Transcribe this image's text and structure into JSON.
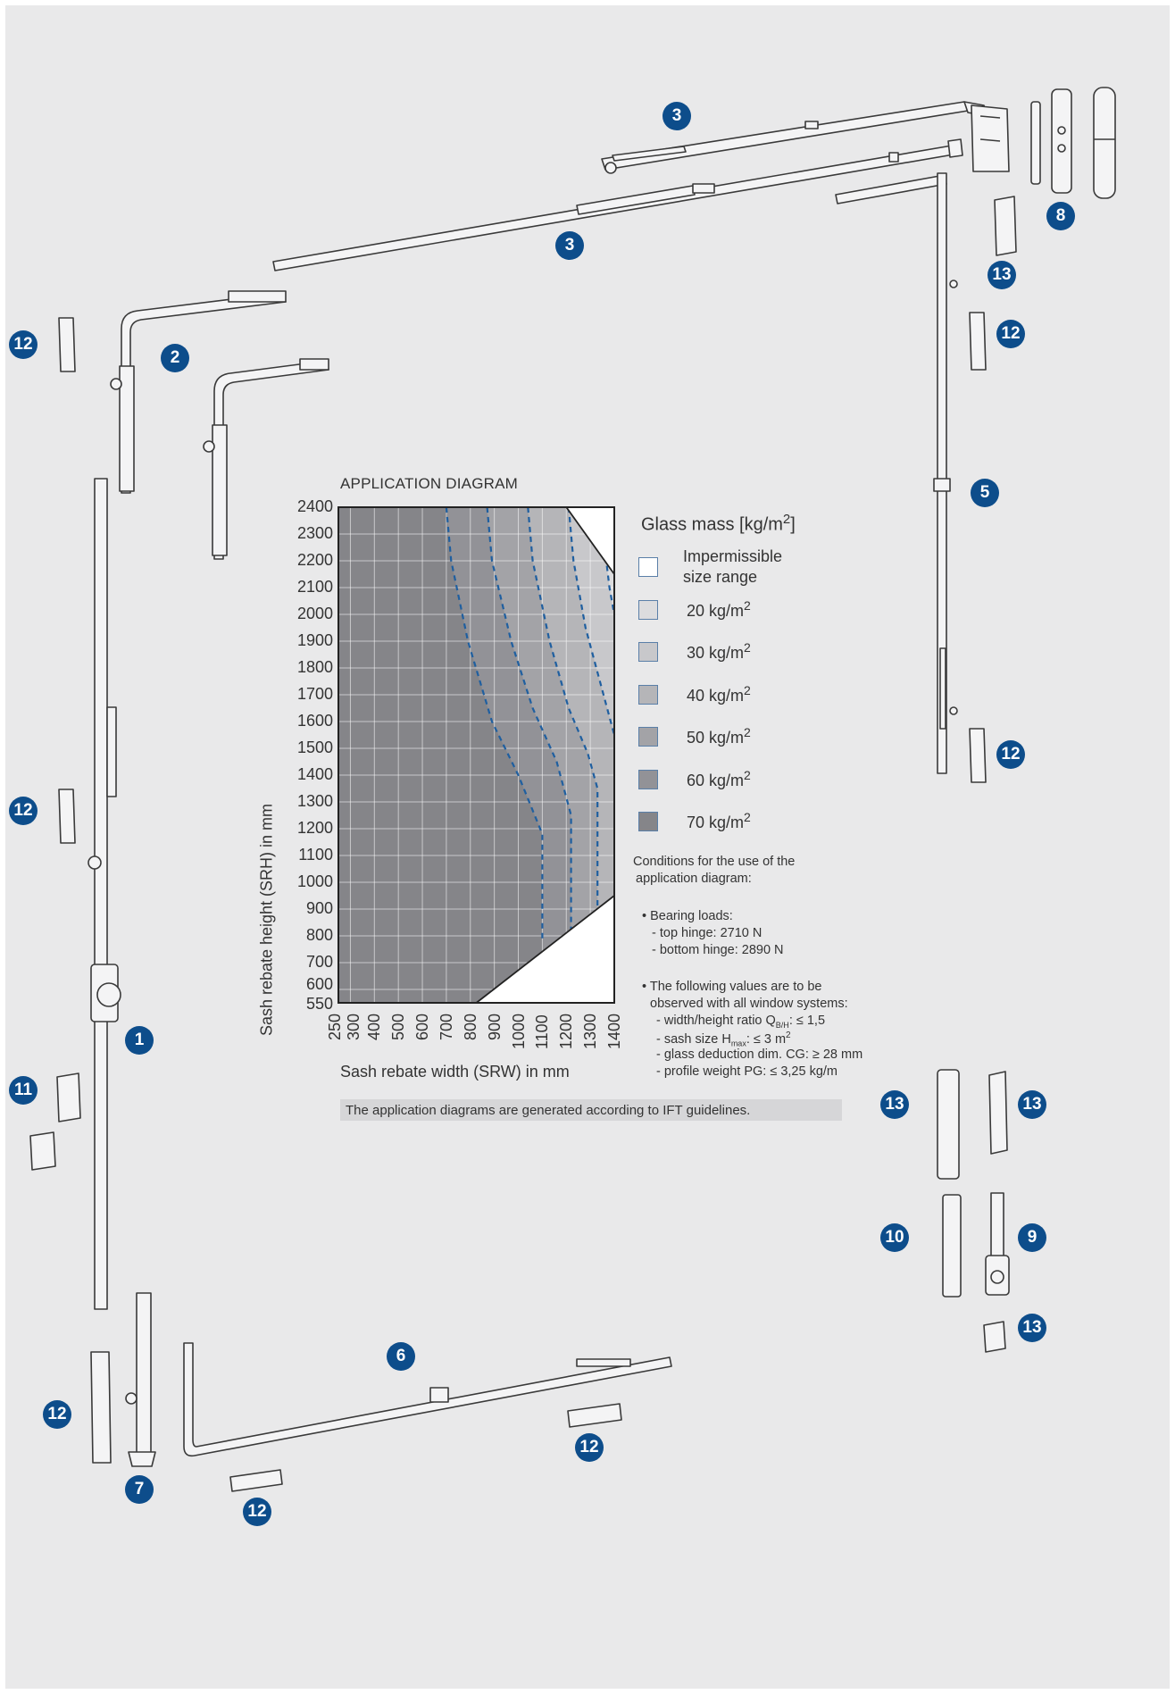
{
  "callouts": [
    {
      "num": "1",
      "part": "vertical-espagnolette"
    },
    {
      "num": "2",
      "part": "corner-drive"
    },
    {
      "num": "3",
      "part": "stay-arm"
    },
    {
      "num": "5",
      "part": "vertical-drive-rod"
    },
    {
      "num": "6",
      "part": "bottom-drive-rod"
    },
    {
      "num": "7",
      "part": "bottom-corner-drive"
    },
    {
      "num": "8",
      "part": "stay-bearing"
    },
    {
      "num": "9",
      "part": "corner-hinge-cover"
    },
    {
      "num": "10",
      "part": "corner-hinge"
    },
    {
      "num": "11",
      "part": "keeper-set"
    },
    {
      "num": "12",
      "part": "keeper"
    },
    {
      "num": "13",
      "part": "cover-cap"
    }
  ],
  "diagram": {
    "title": "APPLICATION DIAGRAM",
    "legend_title_prefix": "Glass mass [kg/m",
    "legend_title_sup": "2",
    "legend_title_suffix": "]",
    "legend": [
      {
        "line1": "Impermissible",
        "line2": "size range",
        "color": "#ffffff"
      },
      {
        "label": "20 kg/m",
        "sup": "2",
        "color": "#dcdcde"
      },
      {
        "label": "30 kg/m",
        "sup": "2",
        "color": "#c8c8cb"
      },
      {
        "label": "40 kg/m",
        "sup": "2",
        "color": "#b5b5b8"
      },
      {
        "label": "50 kg/m",
        "sup": "2",
        "color": "#a3a3a7"
      },
      {
        "label": "60 kg/m",
        "sup": "2",
        "color": "#929297"
      },
      {
        "label": "70 kg/m",
        "sup": "2",
        "color": "#858589"
      }
    ],
    "conditions": {
      "intro_1": "Conditions for the use of the",
      "intro_2": "application diagram:",
      "bearing_title": "• Bearing loads:",
      "bearing_top": "- top hinge: 2710 N",
      "bearing_bottom": "- bottom hinge: 2890 N",
      "values_1": "• The following values are to be",
      "values_2": "observed with all window systems:",
      "ratio": "- width/height ratio Q",
      "ratio_sub": "B/H",
      "ratio_val": ": ≤ 1,5",
      "sash": "- sash size H",
      "sash_sub": "max",
      "sash_val": ": ≤ 3 m",
      "sash_sup": "2",
      "glass": "- glass deduction dim. CG: ≥ 28 mm",
      "profile": "- profile weight PG: ≤ 3,25 kg/m"
    },
    "note": "The application diagrams are generated according to IFT guidelines."
  },
  "chart_data": {
    "type": "area",
    "xlabel": "Sash rebate width (SRW) in mm",
    "ylabel": "Sash rebate height (SRH) in mm",
    "x_ticks": [
      250,
      300,
      400,
      500,
      600,
      700,
      800,
      900,
      1000,
      1100,
      1200,
      1300,
      1400
    ],
    "y_ticks": [
      550,
      600,
      700,
      800,
      900,
      1000,
      1100,
      1200,
      1300,
      1400,
      1500,
      1600,
      1700,
      1800,
      1900,
      2000,
      2100,
      2200,
      2300,
      2400
    ],
    "xlim": [
      250,
      1400
    ],
    "ylim": [
      550,
      2400
    ],
    "grid": true,
    "impermissible_regions": [
      {
        "points": [
          [
            1200,
            2400
          ],
          [
            1400,
            2400
          ],
          [
            1400,
            2150
          ]
        ]
      },
      {
        "points": [
          [
            825,
            550
          ],
          [
            1400,
            550
          ],
          [
            1400,
            950
          ]
        ]
      }
    ],
    "series": [
      {
        "name": "20 kg/m2",
        "x": [
          1340,
          1380,
          1400
        ],
        "y": [
          2400,
          2100,
          2000
        ],
        "color": "#dcdcde"
      },
      {
        "name": "30 kg/m2",
        "x": [
          1210,
          1230,
          1280,
          1340,
          1400
        ],
        "y": [
          2400,
          2200,
          1950,
          1750,
          1550
        ],
        "color": "#c8c8cb"
      },
      {
        "name": "40 kg/m2",
        "x": [
          1040,
          1060,
          1130,
          1210,
          1290,
          1330,
          1330
        ],
        "y": [
          2400,
          2200,
          1900,
          1650,
          1480,
          1350,
          900
        ],
        "color": "#b5b5b8"
      },
      {
        "name": "50 kg/m2",
        "x": [
          870,
          890,
          970,
          1060,
          1160,
          1220,
          1220
        ],
        "y": [
          2400,
          2200,
          1900,
          1650,
          1450,
          1250,
          820
        ],
        "color": "#a3a3a7"
      },
      {
        "name": "60 kg/m2",
        "x": [
          700,
          720,
          790,
          890,
          1000,
          1100,
          1100
        ],
        "y": [
          2400,
          2200,
          1900,
          1600,
          1400,
          1180,
          780
        ],
        "color": "#929297"
      },
      {
        "name": "70 kg/m2",
        "x": [
          250
        ],
        "y": [
          2400
        ],
        "color": "#858589"
      }
    ]
  }
}
